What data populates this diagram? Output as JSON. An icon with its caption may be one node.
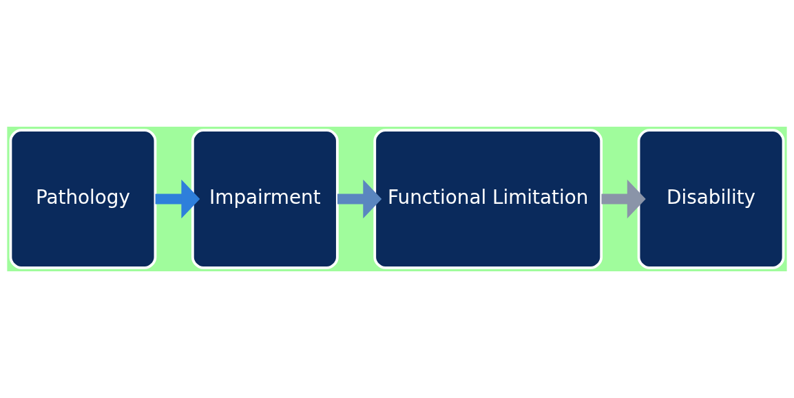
{
  "diagram": {
    "nodes": [
      {
        "text": [
          "Pathology"
        ]
      },
      {
        "text": [
          "Impairment"
        ]
      },
      {
        "text": [
          "Functional Limitation"
        ]
      },
      {
        "text": [
          "Disability"
        ]
      }
    ],
    "edges": [
      {
        "from": 0,
        "to": 1,
        "arrow": "to",
        "color": "#2e7fdb"
      },
      {
        "from": 1,
        "to": 2,
        "arrow": "to",
        "color": "#5a86c0"
      },
      {
        "from": 2,
        "to": 3,
        "arrow": "to",
        "color": "#8a94a8"
      }
    ]
  }
}
